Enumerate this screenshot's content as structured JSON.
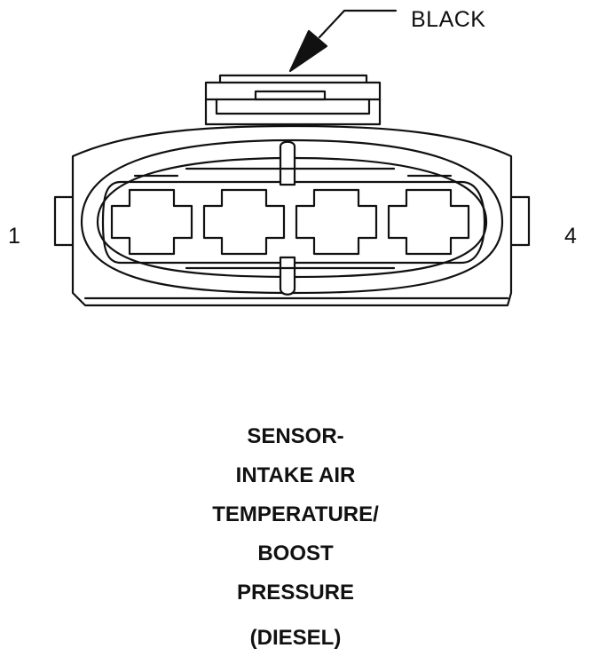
{
  "connector": {
    "color_callout": "BLACK",
    "pin_left": "1",
    "pin_right": "4"
  },
  "caption": {
    "lines": [
      "SENSOR-",
      "INTAKE AIR",
      "TEMPERATURE/",
      "BOOST",
      "PRESSURE"
    ],
    "last_line": "(DIESEL)"
  },
  "colors": {
    "ink": "#111111",
    "background": "#ffffff"
  }
}
